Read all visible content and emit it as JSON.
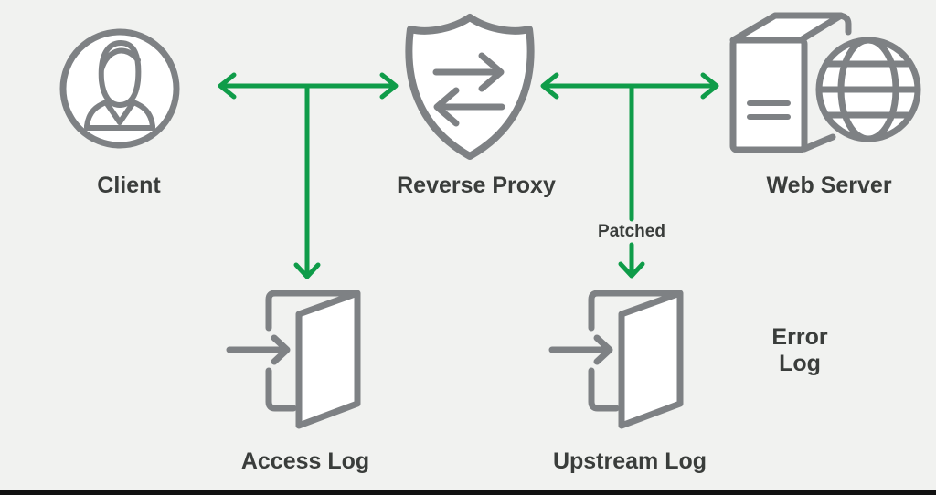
{
  "colors": {
    "background": "#f1f2f0",
    "icon_gray": "#7e8184",
    "accent_green": "#0f9c49",
    "text": "#3a3d3b",
    "bottom_bar": "#111111"
  },
  "nodes": {
    "client": {
      "label": "Client",
      "icon": "user-icon"
    },
    "reverse_proxy": {
      "label": "Reverse Proxy",
      "icon": "shield-exchange-icon"
    },
    "web_server": {
      "label": "Web Server",
      "icon": "server-globe-icon"
    },
    "access_log": {
      "label": "Access Log",
      "icon": "open-door-icon"
    },
    "upstream_log": {
      "label": "Upstream Log",
      "icon": "open-door-icon"
    },
    "error_log": {
      "label_line1": "Error",
      "label_line2": "Log"
    }
  },
  "edges": {
    "client_reverse_proxy": {
      "type": "bidirectional-arrow"
    },
    "reverse_proxy_web_server": {
      "type": "bidirectional-arrow"
    },
    "reverse_proxy_access_log": {
      "type": "down-arrow"
    },
    "reverse_proxy_upstream_log": {
      "type": "down-arrow",
      "label": "Patched"
    }
  }
}
